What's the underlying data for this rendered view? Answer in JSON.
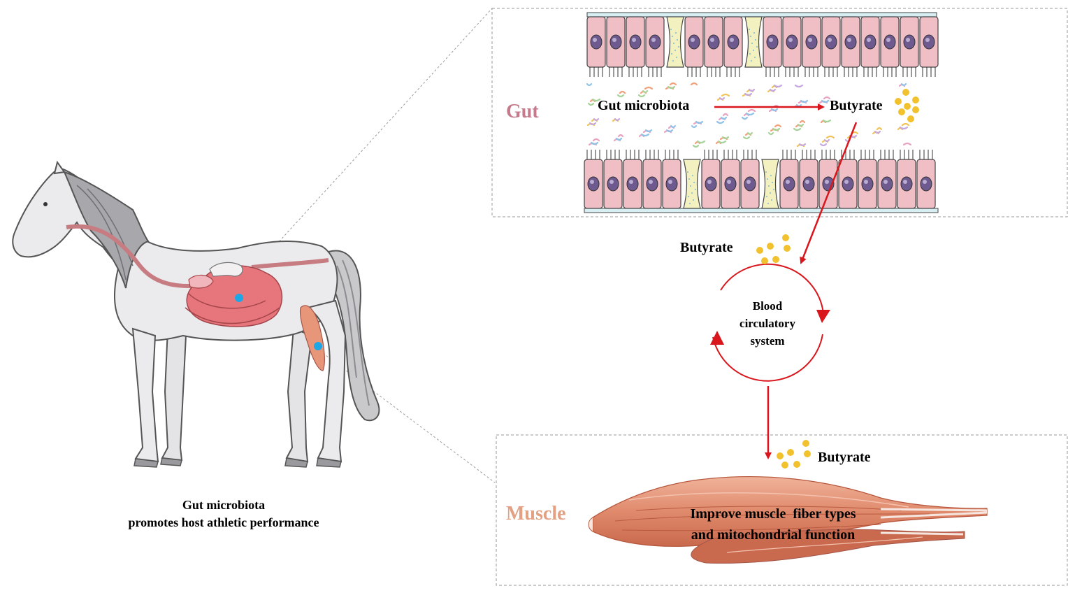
{
  "horse": {
    "caption_line1": "Gut microbiota",
    "caption_line2": "promotes host athletic performance"
  },
  "gut_panel": {
    "title": "Gut",
    "title_color": "#c47a8a",
    "source_label": "Gut microbiota",
    "product_label": "Butyrate"
  },
  "circulation": {
    "butyrate_label": "Butyrate",
    "line1": "Blood",
    "line2": "circulatory",
    "line3": "system"
  },
  "muscle_panel": {
    "title": "Muscle",
    "title_color": "#e3a082",
    "butyrate_label": "Butyrate",
    "line1": "Improve muscle  fiber types",
    "line2": "and mitochondrial function"
  },
  "colors": {
    "arrow": "#d9161c",
    "butyrate_dot": "#f2c12e",
    "marker_dot": "#1ea7e6",
    "cell_fill": "#f0bfc6",
    "goblet_fill": "#f3f1c0",
    "muscle": "#e8967a"
  }
}
